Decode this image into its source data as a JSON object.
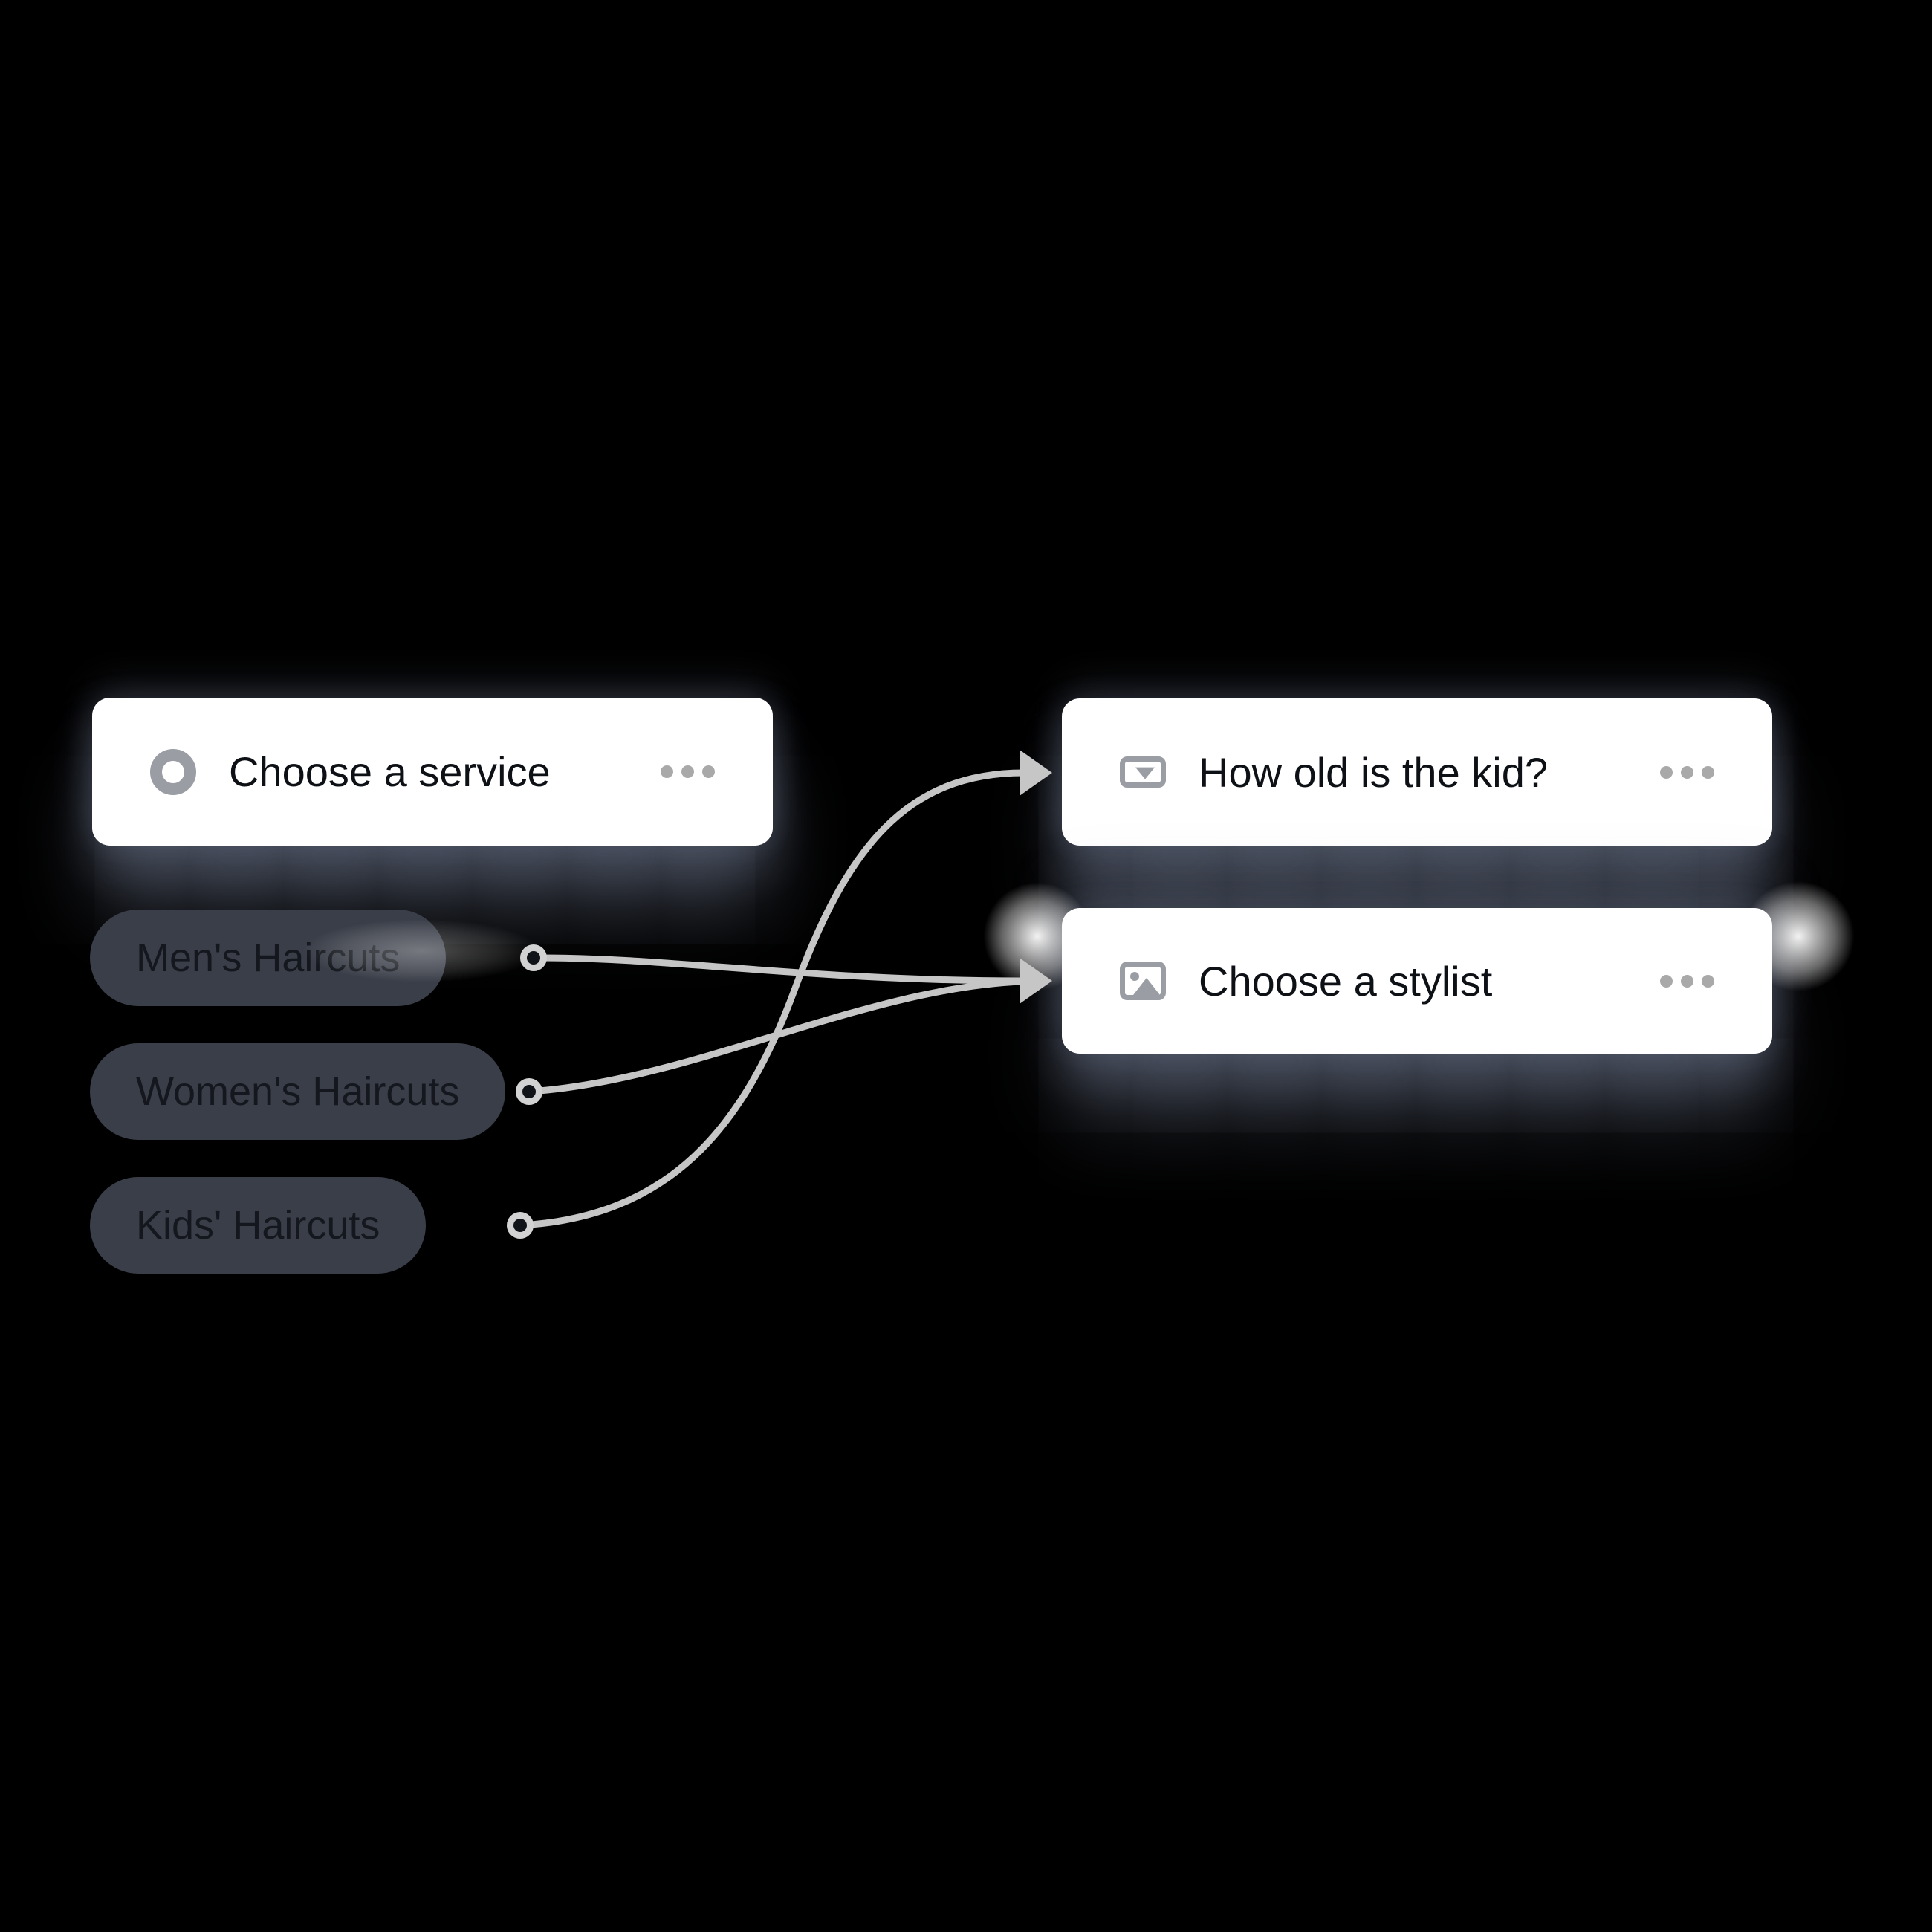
{
  "diagram": {
    "nodes": [
      {
        "id": "service",
        "title": "Choose a service",
        "icon": "target-icon",
        "menu_icon": "more-options-icon"
      },
      {
        "id": "kid-age",
        "title": "How old is the kid?",
        "icon": "dropdown-field-icon",
        "menu_icon": "more-options-icon"
      },
      {
        "id": "stylist",
        "title": "Choose a stylist",
        "icon": "image-icon",
        "menu_icon": "more-options-icon"
      }
    ],
    "options": [
      {
        "label": "Men's Haircuts",
        "connects_to": "Choose a stylist"
      },
      {
        "label": "Women's Haircuts",
        "connects_to": "Choose a stylist"
      },
      {
        "label": "Kids' Haircuts",
        "connects_to": "How old is the kid?"
      }
    ]
  },
  "colors": {
    "background": "#000000",
    "card_background": "#ffffff",
    "card_text": "#0d1015",
    "pill_background": "#3a3e48",
    "pill_text": "#14171d",
    "icon_gray": "#9a9ea4",
    "ellipsis_gray": "#a9a9a9",
    "wire_gray": "#c6c6c6",
    "port_ring": "#d2d2d2",
    "shadow_slate": "#2e323c",
    "glow_white": "#ffffff"
  }
}
